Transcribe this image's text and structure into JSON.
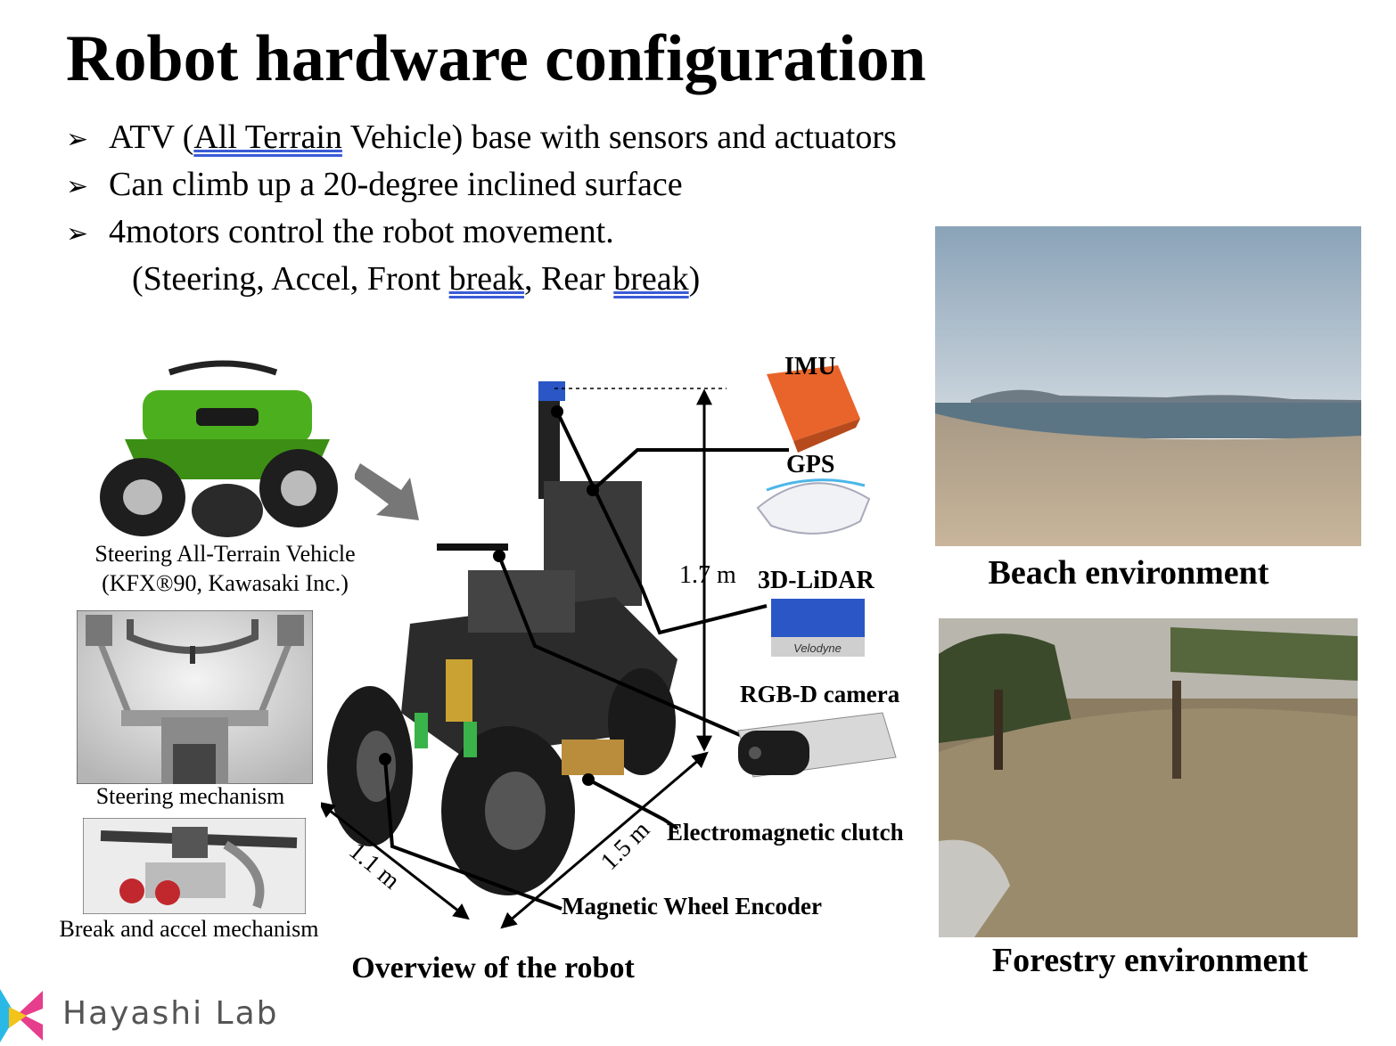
{
  "title": "Robot hardware configuration",
  "bullets": {
    "b1_pre": "ATV (",
    "b1_u": "All Terrain",
    "b1_post": " Vehicle) base with sensors and actuators",
    "b2": "Can climb up a 20-degree inclined surface",
    "b3": "4motors control the robot movement.",
    "b4_a": "(Steering, Accel, Front ",
    "b4_u1": "break",
    "b4_b": ", Rear ",
    "b4_u2": "break",
    "b4_c": ")",
    "marker": "➢"
  },
  "atv": {
    "caption_line1": "Steering All-Terrain Vehicle",
    "caption_line2": "(KFX®90, Kawasaki Inc.)"
  },
  "mechanisms": {
    "steering": "Steering mechanism",
    "break_accel": "Break and accel mechanism"
  },
  "robot": {
    "overview": "Overview of the robot",
    "height": "1.7 m",
    "length": "1.5 m",
    "width": "1.1 m",
    "imu": "IMU",
    "gps": "GPS",
    "lidar": "3D-LiDAR",
    "lidar_brand": "Velodyne",
    "rgbd": "RGB-D camera",
    "clutch": "Electromagnetic clutch",
    "encoder": "Magnetic Wheel Encoder"
  },
  "environments": {
    "beach": "Beach environment",
    "forestry": "Forestry environment"
  },
  "footer": {
    "lab": "Hayashi Lab"
  },
  "colors": {
    "atv_green": "#4caf1e",
    "imu_orange": "#e8642a",
    "lidar_blue": "#2a56c6",
    "underline": "#3a5bd6"
  }
}
